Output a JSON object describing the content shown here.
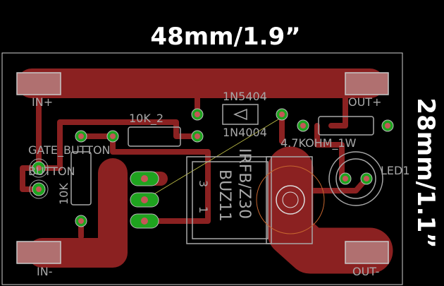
{
  "dimensions": {
    "width_label": "48mm/1.9”",
    "height_label": "28mm/1.1”"
  },
  "connectors": {
    "in_plus": "IN+",
    "in_minus": "IN-",
    "out_plus": "OUT+",
    "out_minus": "OUT-"
  },
  "components": {
    "diode_top": "1N5404",
    "diode_bottom": "1N4004",
    "resistor_2": "10K_2",
    "gate_button": "GATE_BUTTON",
    "button": "BUTTON",
    "resistor_1": "10K",
    "power_resistor": "4.7KOHM_1W",
    "led": "LED1",
    "mosfet_1": "BUZ11",
    "mosfet_2": "IRFB/Z30",
    "pin_3": "3",
    "pin_1": "1"
  },
  "colors": {
    "copper": "#8b2121",
    "pad": "#1fa31f",
    "silkscreen": "#a8a8a8",
    "background": "#000000"
  }
}
